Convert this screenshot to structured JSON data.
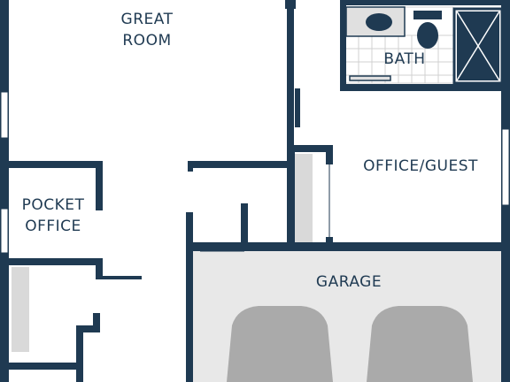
{
  "rooms": {
    "great_room": {
      "line1": "GREAT",
      "line2": "ROOM"
    },
    "bath": {
      "label": "BATH"
    },
    "office_guest": {
      "label": "OFFICE/GUEST"
    },
    "pocket_office": {
      "line1": "POCKET",
      "line2": "OFFICE"
    },
    "garage": {
      "label": "GARAGE"
    }
  },
  "colors": {
    "wall": "#1f3a52",
    "garage_floor": "#e8e8e8",
    "fixture_fill": "#e0e0e0",
    "car": "#aaaaaa",
    "closet": "#d9d9d9",
    "window": "#ffffff",
    "tile_line": "#d0d0d0"
  }
}
